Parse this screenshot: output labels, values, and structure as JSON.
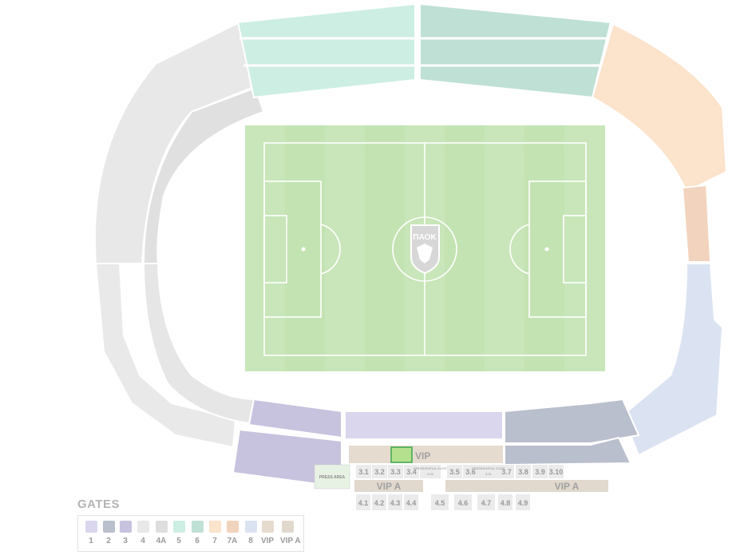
{
  "stadium": {
    "logo_text": "ΠΑΟΚ",
    "vip_label": "VIP",
    "press_area_label": "PRESS AREA",
    "vip_a_left_label": "VIP A",
    "vip_a_right_label": "VIP A",
    "upper_sections": [
      "3.1",
      "3.2",
      "3.3",
      "3.4",
      "3.5",
      "3.6",
      "3.7",
      "3.8",
      "3.9",
      "3.10"
    ],
    "presidential_label_1": "PRESIDENTIAL SUITE",
    "presidential_label_2": "PRESIDENTIAL SUITE",
    "suite_1": "3.20",
    "suite_2": "3.21",
    "lower_sections": [
      "4.1",
      "4.2",
      "4.3",
      "4.4",
      "4.5",
      "4.6",
      "4.7",
      "4.8",
      "4.9"
    ]
  },
  "gates": {
    "title": "GATES",
    "items": [
      {
        "label": "1",
        "color": "#d9d6ee"
      },
      {
        "label": "2",
        "color": "#b9bfcc"
      },
      {
        "label": "3",
        "color": "#c7c2de"
      },
      {
        "label": "4",
        "color": "#e8e8e8"
      },
      {
        "label": "4A",
        "color": "#dededf"
      },
      {
        "label": "5",
        "color": "#cdeee3"
      },
      {
        "label": "6",
        "color": "#bfe0d5"
      },
      {
        "label": "7",
        "color": "#fbe3cc"
      },
      {
        "label": "7A",
        "color": "#f2d3bd"
      },
      {
        "label": "8",
        "color": "#dbe3f2"
      },
      {
        "label": "VIP",
        "color": "#e6dbcf"
      },
      {
        "label": "VIP A",
        "color": "#e1d9ce"
      }
    ]
  },
  "colors": {
    "pitch": "#c8e6b9",
    "pitch_stripe": "#bfe0ae",
    "selected": "#b5e08e"
  }
}
